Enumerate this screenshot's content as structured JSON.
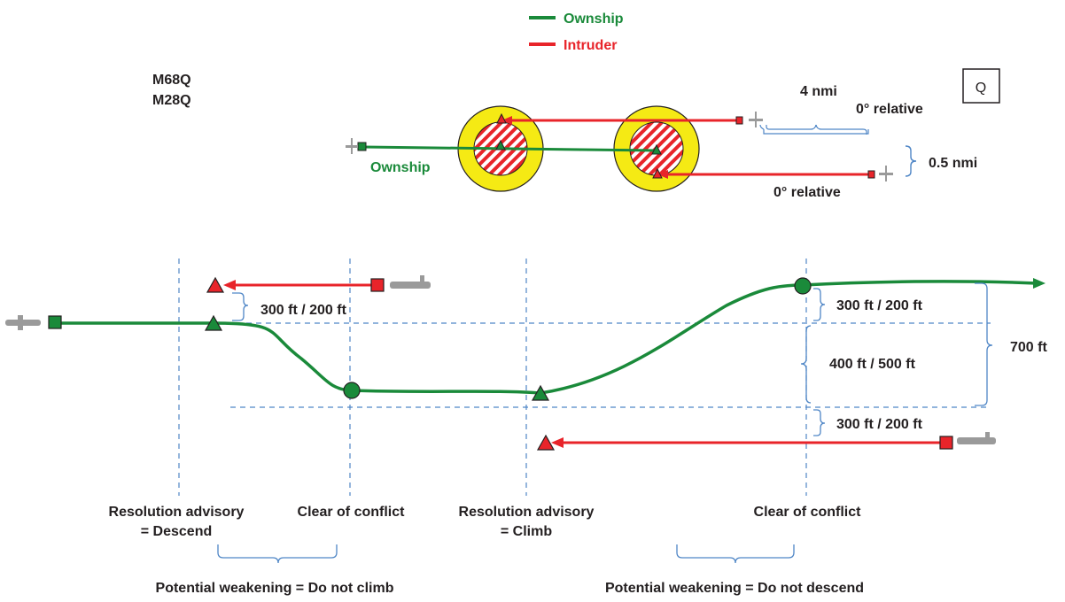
{
  "legend": {
    "ownship": "Ownship",
    "intruder": "Intruder",
    "ownship_color": "#1a8a3a",
    "intruder_color": "#e8242a"
  },
  "codes": {
    "line1": "M68Q",
    "line2": "M28Q"
  },
  "q_box": "Q",
  "top_view": {
    "ownship_label": "Ownship",
    "distance_label": "4 nmi",
    "relative_upper": "0° relative",
    "relative_lower": "0° relative",
    "offset_label": "0.5 nmi"
  },
  "side_view": {
    "sep_upper": "300 ft / 200 ft",
    "sep_upper_right": "300 ft / 200 ft",
    "sep_middle": "400 ft / 500 ft",
    "sep_lower": "300 ft / 200 ft",
    "total": "700 ft"
  },
  "events": {
    "ra_descend_1": "Resolution advisory",
    "ra_descend_2": "= Descend",
    "clear_1": "Clear of conflict",
    "ra_climb_1": "Resolution advisory",
    "ra_climb_2": "= Climb",
    "clear_2": "Clear of conflict"
  },
  "weakening": {
    "left": "Potential weakening = Do not climb",
    "right": "Potential weakening = Do not descend"
  },
  "colors": {
    "guide_blue": "#4f86c6",
    "zone_yellow": "#f5ea14",
    "zone_red": "#e8242a",
    "text_dark": "#231f20"
  }
}
